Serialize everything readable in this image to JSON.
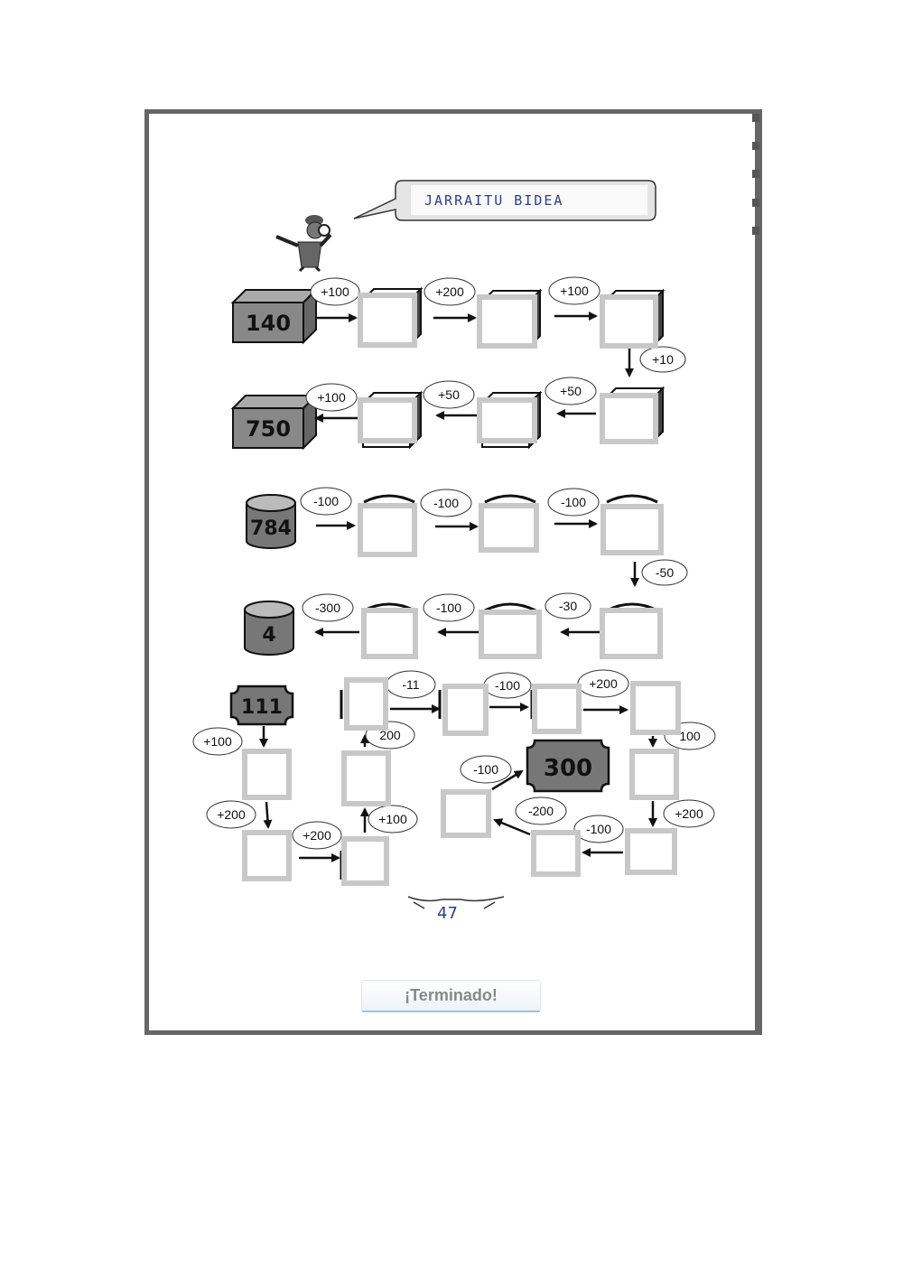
{
  "title": "JARRAITU BIDEA",
  "page_number": "47",
  "finish_button": "¡Terminado!",
  "answer_placeholder": "",
  "start_values": {
    "box_top": "140",
    "box_bottom": "750",
    "cyl_top": "784",
    "cyl_bottom": "4",
    "plaque_start": "111",
    "plaque_end": "300"
  },
  "ops": {
    "boxes": [
      "+100",
      "+200",
      "+100",
      "+10",
      "+50",
      "+50",
      "+100"
    ],
    "cylinders": [
      "-100",
      "-100",
      "-100",
      "-50",
      "-30",
      "-100",
      "-300"
    ],
    "maze": [
      "+100",
      "+200",
      "+200",
      "+100",
      "200",
      "-11",
      "-100",
      "+200",
      "100",
      "+200",
      "-100",
      "-200",
      "-100"
    ]
  }
}
